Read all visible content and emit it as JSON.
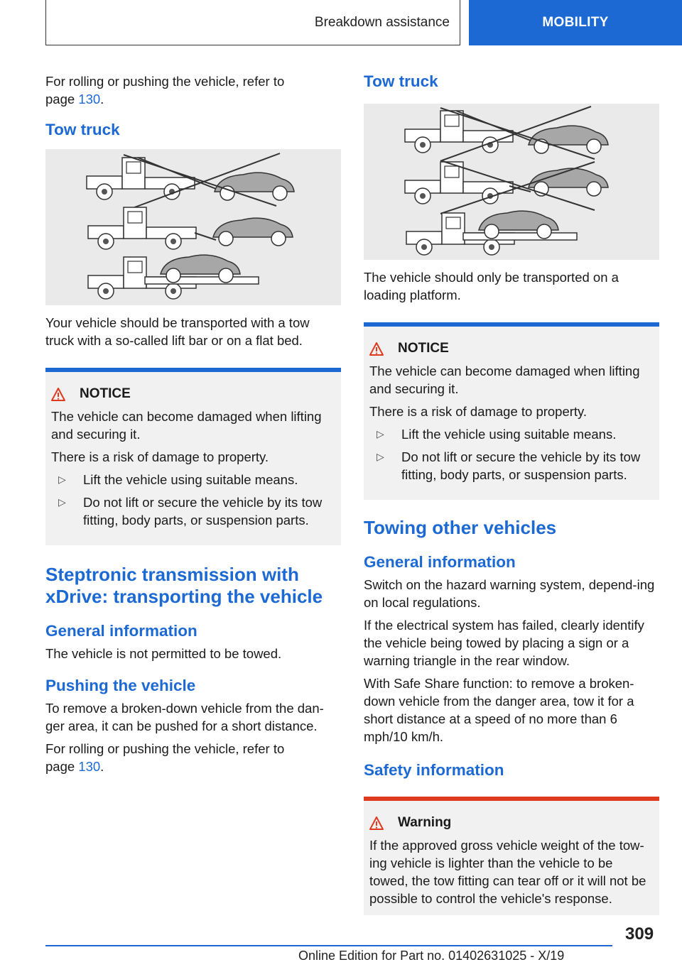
{
  "header": {
    "section": "Breakdown assistance",
    "chapter": "MOBILITY"
  },
  "left": {
    "intro_text": "For rolling or pushing the vehicle, refer to",
    "intro_page_prefix": "page",
    "intro_page_link": "130",
    "intro_page_suffix": ".",
    "tow_truck_heading": "Tow truck",
    "tow_truck_caption": "Your vehicle should be transported with a tow truck with a so-called lift bar or on a flat bed.",
    "notice": {
      "title": "NOTICE",
      "line1": "The vehicle can become damaged when lifting and securing it.",
      "line2": "There is a risk of damage to property.",
      "items": [
        "Lift the vehicle using suitable means.",
        "Do not lift or secure the vehicle by its tow fitting, body parts, or suspension parts."
      ]
    },
    "steptronic_heading": "Steptronic transmission with xDrive: transporting the vehicle",
    "general_info_heading": "General information",
    "general_info_text": "The vehicle is not permitted to be towed.",
    "pushing_heading": "Pushing the vehicle",
    "pushing_text": "To remove a broken-down vehicle from the dan-ger area, it can be pushed for a short distance.",
    "pushing_ref_text": "For rolling or pushing the vehicle, refer to",
    "pushing_ref_prefix": "page",
    "pushing_ref_link": "130",
    "pushing_ref_suffix": "."
  },
  "right": {
    "tow_truck_heading": "Tow truck",
    "tow_truck_caption": "The vehicle should only be transported on a loading platform.",
    "notice": {
      "title": "NOTICE",
      "line1": "The vehicle can become damaged when lifting and securing it.",
      "line2": "There is a risk of damage to property.",
      "items": [
        "Lift the vehicle using suitable means.",
        "Do not lift or secure the vehicle by its tow fitting, body parts, or suspension parts."
      ]
    },
    "towing_heading": "Towing other vehicles",
    "general_info_heading": "General information",
    "general_p1": "Switch on the hazard warning system, depend-ing on local regulations.",
    "general_p2": "If the electrical system has failed, clearly identify the vehicle being towed by placing a sign or a warning triangle in the rear window.",
    "general_p3": "With Safe Share function: to remove a broken-down vehicle from the danger area, tow it for a short distance at a speed of no more than 6 mph/10 km/h.",
    "safety_heading": "Safety information",
    "warning": {
      "title": "Warning",
      "text": "If the approved gross vehicle weight of the tow-ing vehicle is lighter than the vehicle to be towed, the tow fitting can tear off or it will not be possible to control the vehicle's response."
    }
  },
  "footer": {
    "page_number": "309",
    "edition": "Online Edition for Part no. 01402631025 - X/19"
  },
  "colors": {
    "accent": "#1c69d4",
    "warning": "#e03a1e",
    "box_bg": "#f1f1f1"
  }
}
